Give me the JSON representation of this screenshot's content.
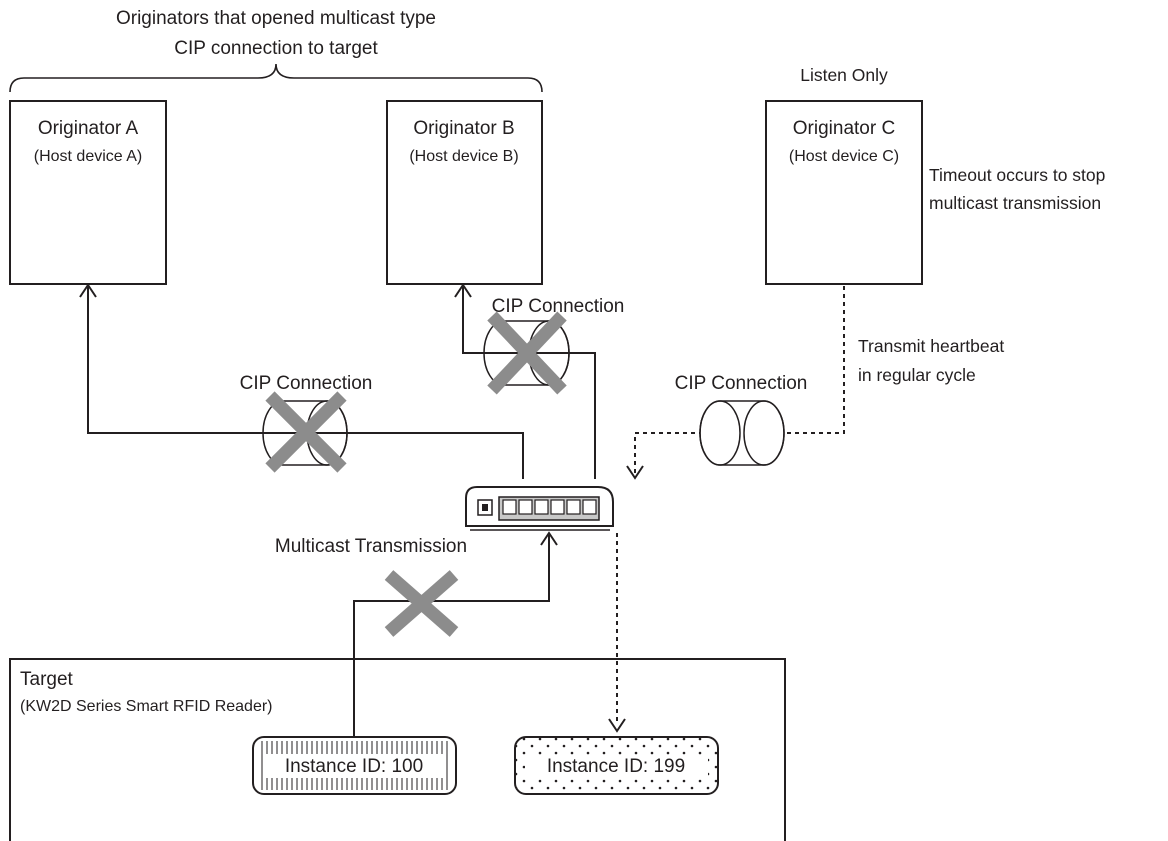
{
  "header": {
    "line1": "Originators that opened multicast type",
    "line2": "CIP connection to target"
  },
  "originator_a": {
    "title": "Originator A",
    "subtitle": "(Host device A)"
  },
  "originator_b": {
    "title": "Originator B",
    "subtitle": "(Host device B)"
  },
  "originator_c": {
    "mode": "Listen Only",
    "title": "Originator C",
    "subtitle": "(Host device C)"
  },
  "timeout_note": {
    "line1": "Timeout occurs to stop",
    "line2": "multicast transmission"
  },
  "heartbeat_note": {
    "line1": "Transmit heartbeat",
    "line2": "in regular cycle"
  },
  "connections": {
    "a_label": "CIP Connection",
    "b_label": "CIP Connection",
    "c_label": "CIP Connection"
  },
  "multicast_label": "Multicast Transmission",
  "target": {
    "title": "Target",
    "subtitle": "(KW2D Series Smart RFID Reader)",
    "instance_100": "Instance ID: 100",
    "instance_199": "Instance ID: 199"
  },
  "colors": {
    "line": "#231f20",
    "cross": "#8c8c8c"
  }
}
